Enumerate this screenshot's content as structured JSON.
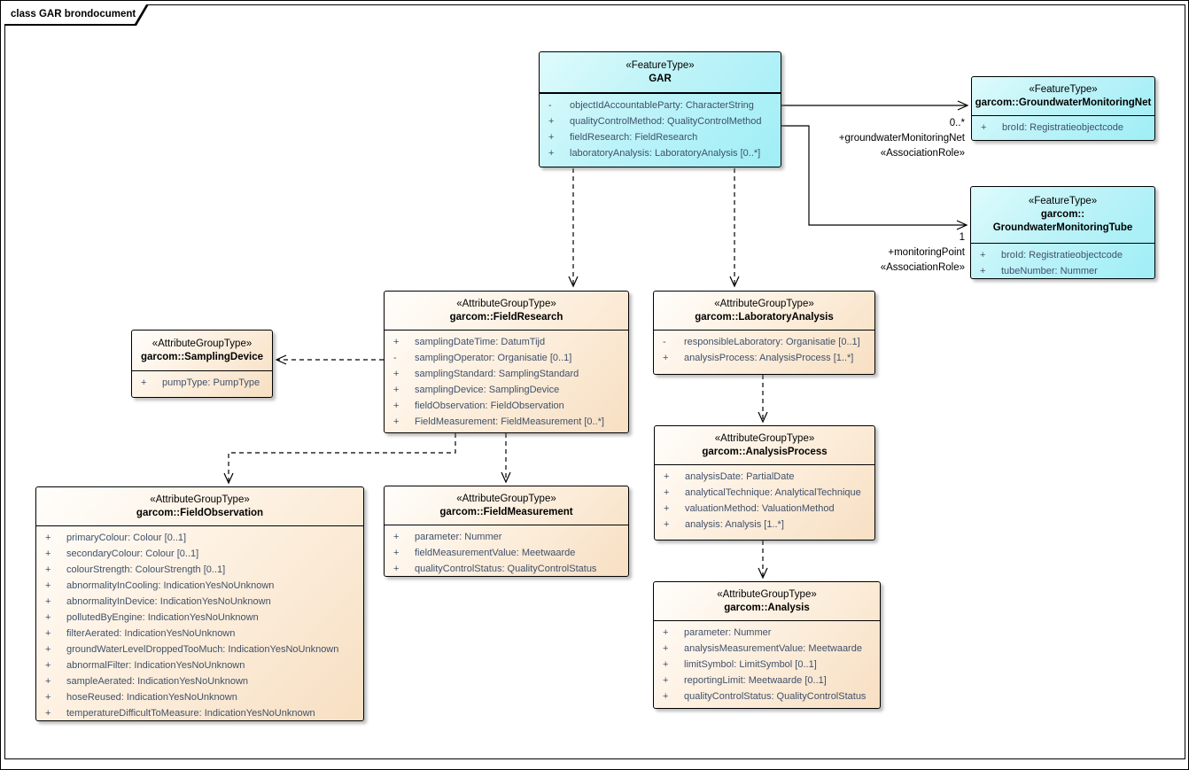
{
  "frame": {
    "title": "class GAR brondocument"
  },
  "colors": {
    "feature_fill": "#9feef6",
    "group_fill": "#f7dfc2",
    "border": "#000000",
    "attribute_text": "#40506a"
  },
  "classes": [
    {
      "id": "gar",
      "stereotype": "«FeatureType»",
      "name": "GAR",
      "name2": null,
      "attributes": [
        {
          "vis": "-",
          "text": "objectIdAccountableParty: CharacterString"
        },
        {
          "vis": "+",
          "text": "qualityControlMethod: QualityControlMethod"
        },
        {
          "vis": "+",
          "text": "fieldResearch: FieldResearch"
        },
        {
          "vis": "+",
          "text": "laboratoryAnalysis: LaboratoryAnalysis [0..*]"
        }
      ]
    },
    {
      "id": "groundwater-monitoring-net",
      "stereotype": "«FeatureType»",
      "name": "garcom::GroundwaterMonitoringNet",
      "name2": null,
      "attributes": [
        {
          "vis": "+",
          "text": "broId: Registratieobjectcode"
        }
      ]
    },
    {
      "id": "groundwater-monitoring-tube",
      "stereotype": "«FeatureType»",
      "name": "garcom::",
      "name2": "GroundwaterMonitoringTube",
      "attributes": [
        {
          "vis": "+",
          "text": "broId: Registratieobjectcode"
        },
        {
          "vis": "+",
          "text": "tubeNumber: Nummer"
        }
      ]
    },
    {
      "id": "field-research",
      "stereotype": "«AttributeGroupType»",
      "name": "garcom::FieldResearch",
      "name2": null,
      "attributes": [
        {
          "vis": "+",
          "text": "samplingDateTime: DatumTijd"
        },
        {
          "vis": "-",
          "text": "samplingOperator: Organisatie [0..1]"
        },
        {
          "vis": "+",
          "text": "samplingStandard: SamplingStandard"
        },
        {
          "vis": "+",
          "text": "samplingDevice: SamplingDevice"
        },
        {
          "vis": "+",
          "text": "fieldObservation: FieldObservation"
        },
        {
          "vis": "+",
          "text": "FieldMeasurement: FieldMeasurement [0..*]"
        }
      ]
    },
    {
      "id": "laboratory-analysis",
      "stereotype": "«AttributeGroupType»",
      "name": "garcom::LaboratoryAnalysis",
      "name2": null,
      "attributes": [
        {
          "vis": "-",
          "text": "responsibleLaboratory: Organisatie [0..1]"
        },
        {
          "vis": "+",
          "text": "analysisProcess: AnalysisProcess [1..*]"
        }
      ]
    },
    {
      "id": "sampling-device",
      "stereotype": "«AttributeGroupType»",
      "name": "garcom::SamplingDevice",
      "name2": null,
      "attributes": [
        {
          "vis": "+",
          "text": "pumpType: PumpType"
        }
      ]
    },
    {
      "id": "field-observation",
      "stereotype": "«AttributeGroupType»",
      "name": "garcom::FieldObservation",
      "name2": null,
      "attributes": [
        {
          "vis": "+",
          "text": "primaryColour: Colour [0..1]"
        },
        {
          "vis": "+",
          "text": "secondaryColour: Colour [0..1]"
        },
        {
          "vis": "+",
          "text": "colourStrength: ColourStrength [0..1]"
        },
        {
          "vis": "+",
          "text": "abnormalityInCooling: IndicationYesNoUnknown"
        },
        {
          "vis": "+",
          "text": "abnormalityInDevice: IndicationYesNoUnknown"
        },
        {
          "vis": "+",
          "text": "pollutedByEngine: IndicationYesNoUnknown"
        },
        {
          "vis": "+",
          "text": "filterAerated: IndicationYesNoUnknown"
        },
        {
          "vis": "+",
          "text": "groundWaterLevelDroppedTooMuch: IndicationYesNoUnknown"
        },
        {
          "vis": "+",
          "text": "abnormalFilter: IndicationYesNoUnknown"
        },
        {
          "vis": "+",
          "text": "sampleAerated: IndicationYesNoUnknown"
        },
        {
          "vis": "+",
          "text": "hoseReused: IndicationYesNoUnknown"
        },
        {
          "vis": "+",
          "text": "temperatureDifficultToMeasure: IndicationYesNoUnknown"
        }
      ]
    },
    {
      "id": "field-measurement",
      "stereotype": "«AttributeGroupType»",
      "name": "garcom::FieldMeasurement",
      "name2": null,
      "attributes": [
        {
          "vis": "+",
          "text": "parameter: Nummer"
        },
        {
          "vis": "+",
          "text": "fieldMeasurementValue: Meetwaarde"
        },
        {
          "vis": "+",
          "text": "qualityControlStatus: QualityControlStatus"
        }
      ]
    },
    {
      "id": "analysis-process",
      "stereotype": "«AttributeGroupType»",
      "name": "garcom::AnalysisProcess",
      "name2": null,
      "attributes": [
        {
          "vis": "+",
          "text": "analysisDate: PartialDate"
        },
        {
          "vis": "+",
          "text": "analyticalTechnique: AnalyticalTechnique"
        },
        {
          "vis": "+",
          "text": "valuationMethod: ValuationMethod"
        },
        {
          "vis": "+",
          "text": "analysis: Analysis [1..*]"
        }
      ]
    },
    {
      "id": "analysis",
      "stereotype": "«AttributeGroupType»",
      "name": "garcom::Analysis",
      "name2": null,
      "attributes": [
        {
          "vis": "+",
          "text": "parameter: Nummer"
        },
        {
          "vis": "+",
          "text": "analysisMeasurementValue: Meetwaarde"
        },
        {
          "vis": "+",
          "text": "limitSymbol: LimitSymbol [0..1]"
        },
        {
          "vis": "+",
          "text": "reportingLimit: Meetwaarde [0..1]"
        },
        {
          "vis": "+",
          "text": "qualityControlStatus: QualityControlStatus"
        }
      ]
    }
  ],
  "connectors": {
    "net": {
      "multiplicity": "0..*",
      "role": "+groundwaterMonitoringNet",
      "stereotype": "«AssociationRole»"
    },
    "tube": {
      "multiplicity": "1",
      "role": "+monitoringPoint",
      "stereotype": "«AssociationRole»"
    }
  }
}
